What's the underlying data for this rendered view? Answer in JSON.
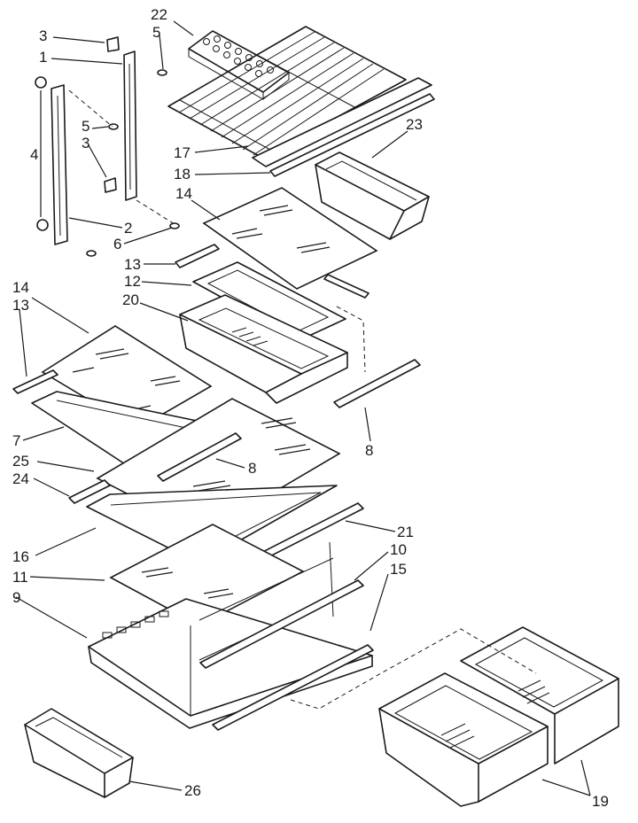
{
  "callouts": [
    {
      "id": "c22",
      "text": "22"
    },
    {
      "id": "c5a",
      "text": "5"
    },
    {
      "id": "c3a",
      "text": "3"
    },
    {
      "id": "c1",
      "text": "1"
    },
    {
      "id": "c4",
      "text": "4"
    },
    {
      "id": "c5b",
      "text": "5"
    },
    {
      "id": "c3b",
      "text": "3"
    },
    {
      "id": "c2",
      "text": "2"
    },
    {
      "id": "c6",
      "text": "6"
    },
    {
      "id": "c17",
      "text": "17"
    },
    {
      "id": "c18",
      "text": "18"
    },
    {
      "id": "c23",
      "text": "23"
    },
    {
      "id": "c14a",
      "text": "14"
    },
    {
      "id": "c13a",
      "text": "13"
    },
    {
      "id": "c12",
      "text": "12"
    },
    {
      "id": "c20",
      "text": "20"
    },
    {
      "id": "c14b",
      "text": "14"
    },
    {
      "id": "c13b",
      "text": "13"
    },
    {
      "id": "c7",
      "text": "7"
    },
    {
      "id": "c25",
      "text": "25"
    },
    {
      "id": "c24",
      "text": "24"
    },
    {
      "id": "c8a",
      "text": "8"
    },
    {
      "id": "c8b",
      "text": "8"
    },
    {
      "id": "c16",
      "text": "16"
    },
    {
      "id": "c21",
      "text": "21"
    },
    {
      "id": "c10",
      "text": "10"
    },
    {
      "id": "c15",
      "text": "15"
    },
    {
      "id": "c11",
      "text": "11"
    },
    {
      "id": "c9",
      "text": "9"
    },
    {
      "id": "c26",
      "text": "26"
    },
    {
      "id": "c19",
      "text": "19"
    }
  ]
}
